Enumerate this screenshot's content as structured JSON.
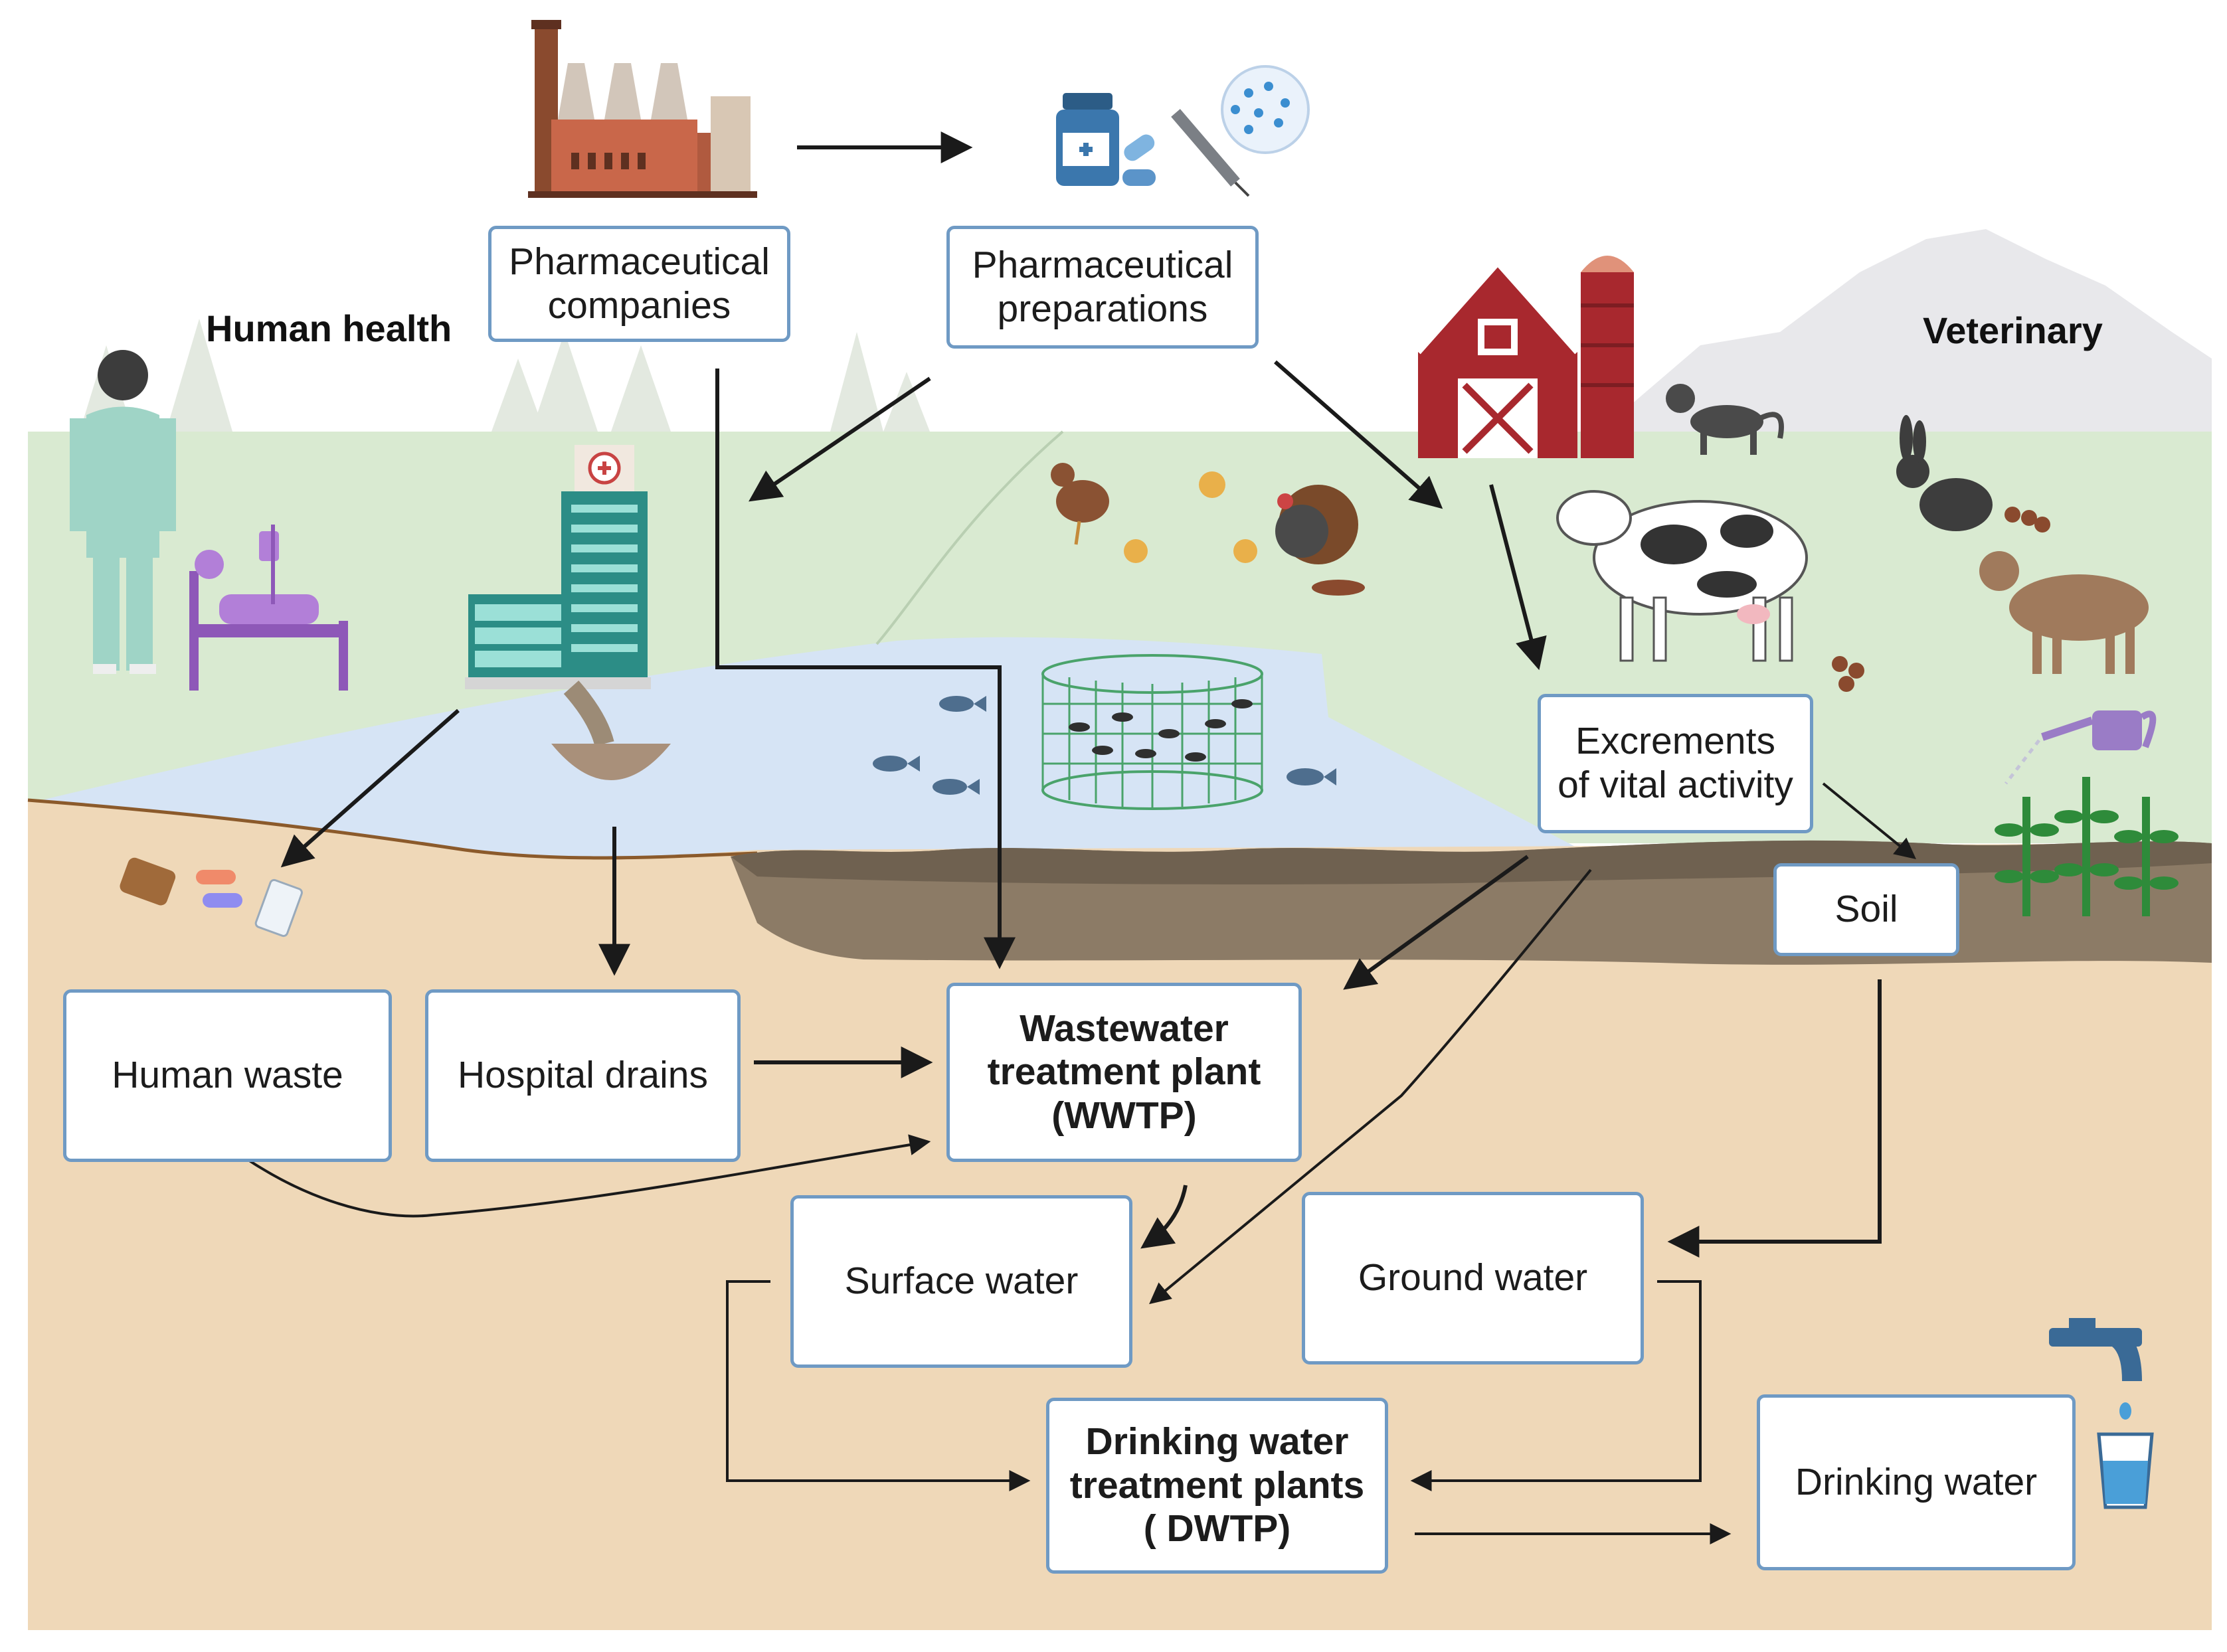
{
  "sections": {
    "human_health": "Human health",
    "veterinary": "Veterinary"
  },
  "boxes": {
    "pharma_companies": "Pharmaceutical\ncompanies",
    "pharma_preparations": "Pharmaceutical\npreparations",
    "excrements": "Excrements\nof vital activity",
    "soil": "Soil",
    "human_waste": "Human waste",
    "hospital_drains": "Hospital drains",
    "wwtp": "Wastewater\ntreatment plant\n(WWTP)",
    "surface_water": "Surface water",
    "ground_water": "Ground water",
    "dwtp": "Drinking water\ntreatment plants\n( DWTP)",
    "drinking_water": "Drinking water"
  },
  "icons": [
    "factory-icon",
    "medicine-bottle-icon",
    "pills-icon",
    "syringe-icon",
    "virus-icon",
    "doctor-icon",
    "patient-bed-icon",
    "hospital-icon",
    "drain-pipe-icon",
    "barn-icon",
    "silo-icon",
    "cat-icon",
    "rabbit-icon",
    "cow-icon",
    "goat-icon",
    "chicken-icon",
    "chick-icon",
    "turkey-icon",
    "fish-icon",
    "fish-cage-icon",
    "watering-can-icon",
    "plant-icon",
    "faucet-icon",
    "water-glass-icon",
    "medicine-vial-icon",
    "capsule-icon",
    "manure-icon",
    "tree-icon",
    "mountain-icon"
  ],
  "colors": {
    "grass": "#d9ead1",
    "water": "#d6e4f5",
    "soil": "#efd8b8",
    "mud": "#8c7b66",
    "box_border": "#6f9ac4",
    "barn": "#a8282e"
  }
}
